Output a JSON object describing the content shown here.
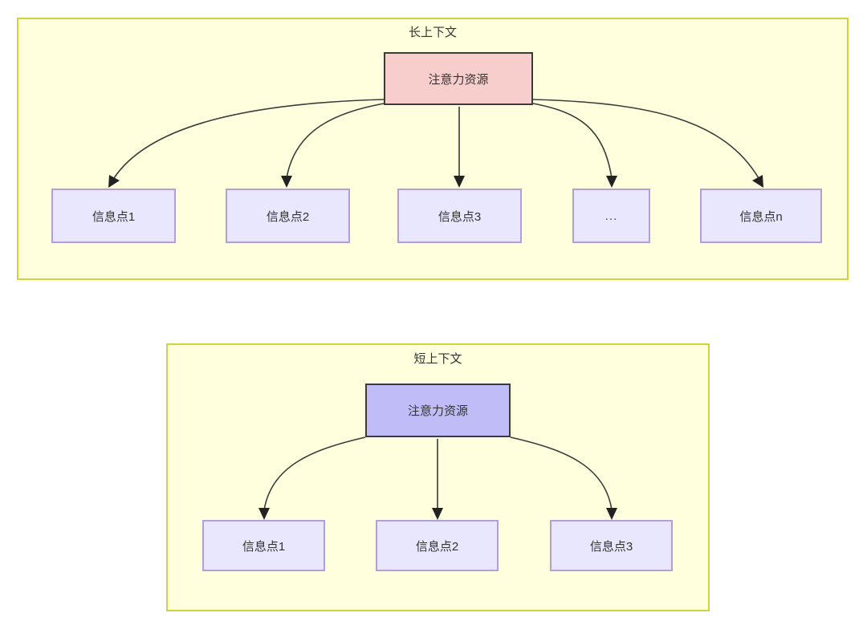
{
  "diagram": {
    "title_hidden": "",
    "colors": {
      "panel_fill": "#ffffdd",
      "panel_border": "#d2d23c",
      "attention_long_fill": "#f8cecc",
      "attention_short_fill": "#bfbcf7",
      "node_dark_border": "#3b3b3b",
      "info_fill": "#e8e7fd",
      "info_border": "#b39ddb",
      "edge_stroke": "#3b3b3b",
      "text": "#333333"
    },
    "panels": [
      {
        "id": "long-context",
        "title": "长上下文",
        "root": {
          "label": "注意力资源"
        },
        "children": [
          {
            "label": "信息点1"
          },
          {
            "label": "信息点2"
          },
          {
            "label": "信息点3"
          },
          {
            "label": "..."
          },
          {
            "label": "信息点n"
          }
        ]
      },
      {
        "id": "short-context",
        "title": "短上下文",
        "root": {
          "label": "注意力资源"
        },
        "children": [
          {
            "label": "信息点1"
          },
          {
            "label": "信息点2"
          },
          {
            "label": "信息点3"
          }
        ]
      }
    ]
  }
}
